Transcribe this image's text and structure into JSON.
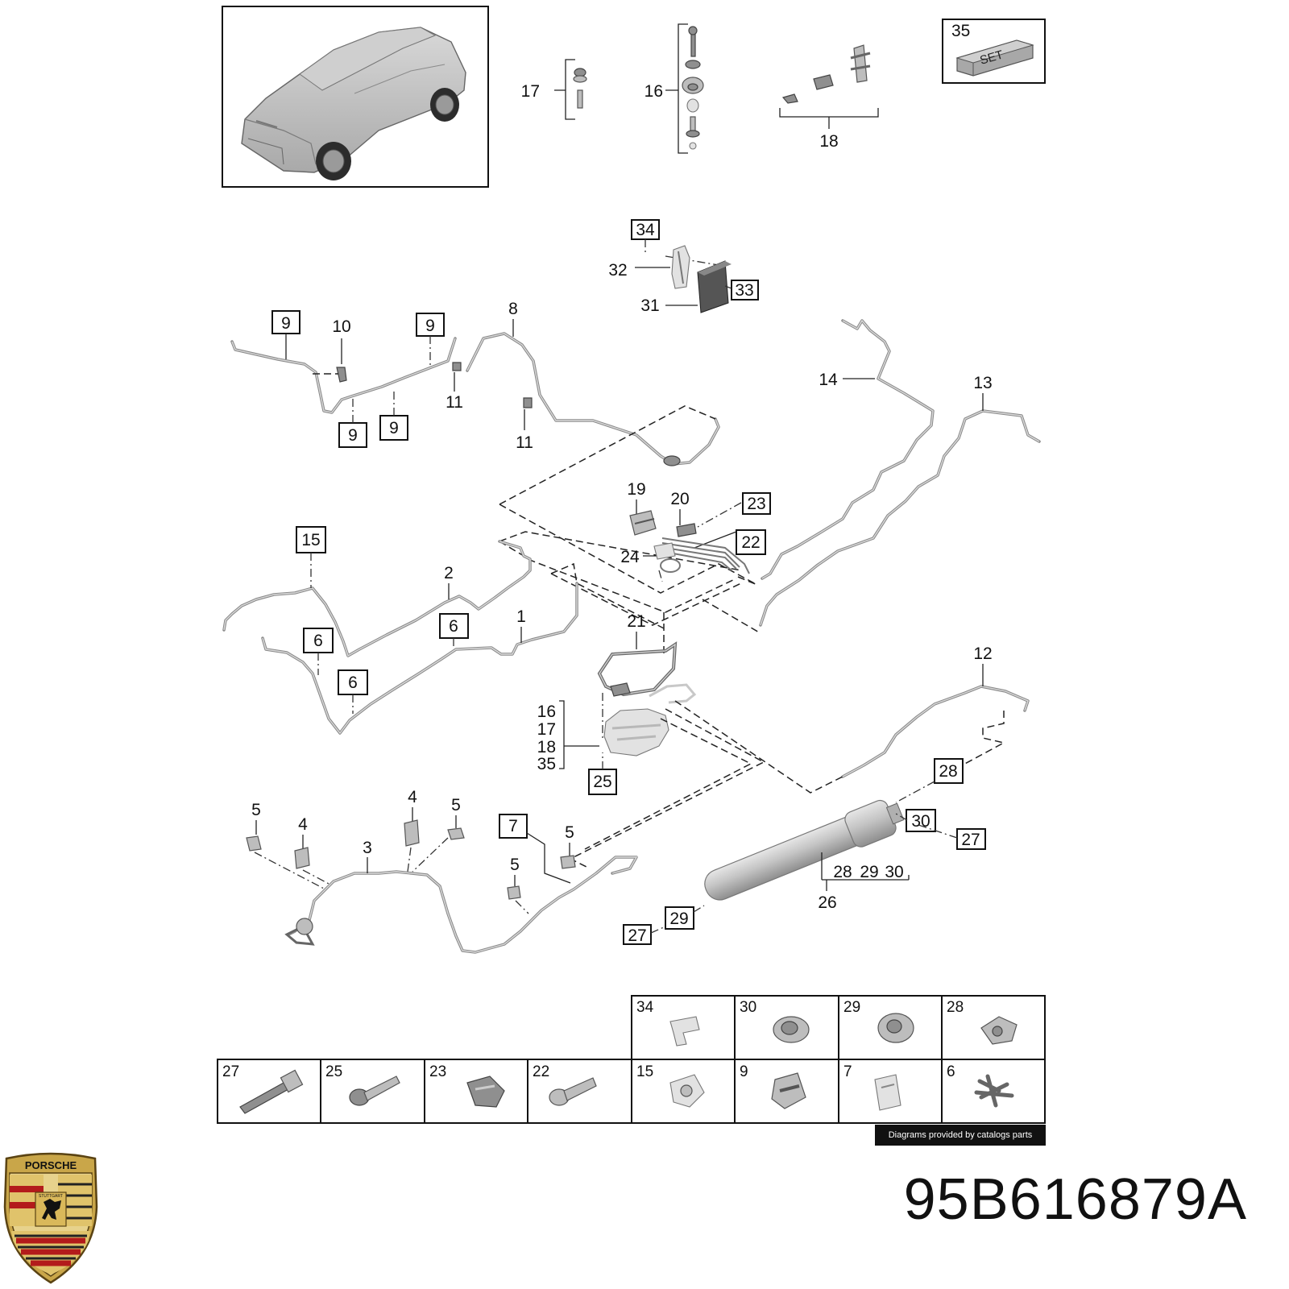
{
  "part_number": "95B616879A",
  "credit": "Diagrams provided by catalogs parts",
  "logo_text": [
    "PORSCHE",
    "STUTTGART"
  ],
  "set_label": "SET",
  "labels": {
    "l17a": "17",
    "l16a": "16",
    "l18a": "18",
    "l35a": "35",
    "l34a": "34",
    "l32": "32",
    "l33": "33",
    "l31": "31",
    "l8": "8",
    "l9a": "9",
    "l10": "10",
    "l9b": "9",
    "l9c": "9",
    "l9d": "9",
    "l11a": "11",
    "l11b": "11",
    "l14": "14",
    "l13": "13",
    "l19": "19",
    "l20": "20",
    "l23a": "23",
    "l22a": "22",
    "l24": "24",
    "l15a": "15",
    "l2": "2",
    "l6a": "6",
    "l6b": "6",
    "l6c": "6",
    "l1": "1",
    "l21": "21",
    "l12": "12",
    "l16b": "16",
    "l17b": "17",
    "l18b": "18",
    "l35b": "35",
    "l25a": "25",
    "l28a": "28",
    "l30a": "30",
    "l27a": "27",
    "l28b": "28",
    "l29a": "29",
    "l30b": "30",
    "l26": "26",
    "l29b": "29",
    "l27b": "27",
    "l5a": "5",
    "l4a": "4",
    "l4b": "4",
    "l5b": "5",
    "l3": "3",
    "l7a": "7",
    "l5c": "5",
    "l5d": "5"
  },
  "parts_table": {
    "top_row": [
      "34",
      "30",
      "29",
      "28"
    ],
    "bottom_row": [
      "27",
      "25",
      "23",
      "22",
      "15",
      "9",
      "7",
      "6"
    ]
  }
}
